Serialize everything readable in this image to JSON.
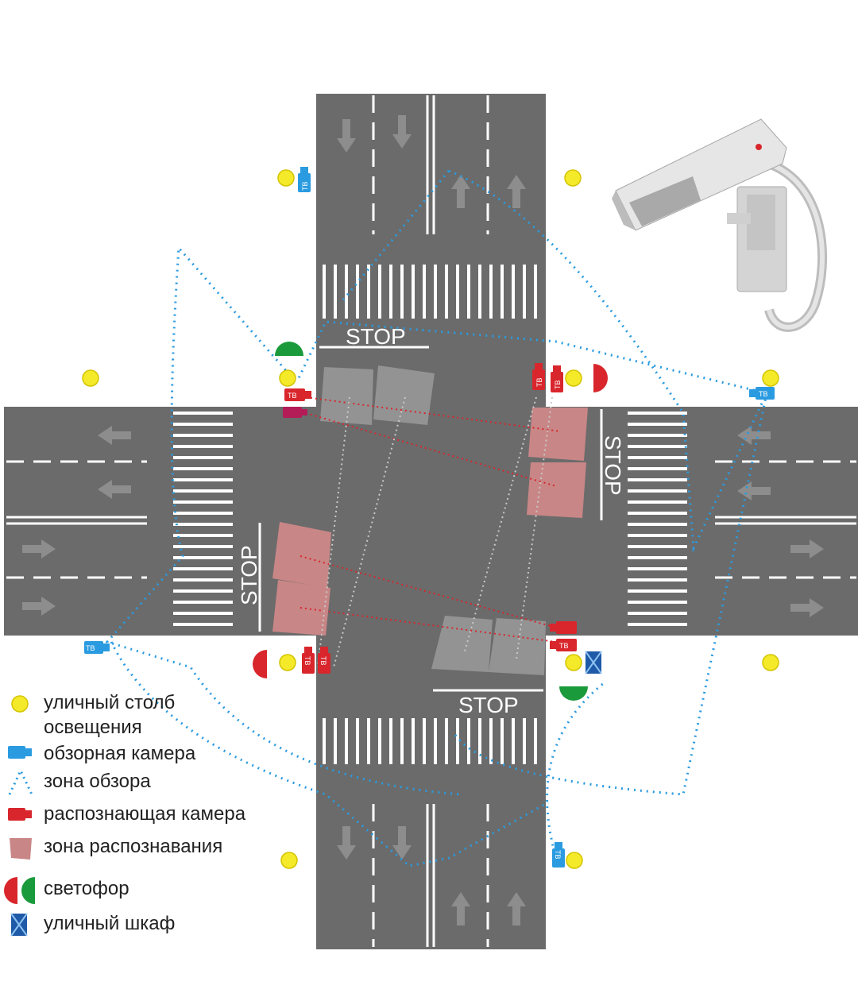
{
  "road_markings": {
    "stop_top": "STOP",
    "stop_right": "STOP",
    "stop_left": "STOP",
    "stop_bottom": "STOP",
    "camera_tag": "ТВ"
  },
  "legend": {
    "street_pole_line1": "уличный столб",
    "street_pole_line2": "освещения",
    "overview_camera": "обзорная камера",
    "view_zone": "зона обзора",
    "recognition_camera": "распознающая камера",
    "recognition_zone": "зона распознавания",
    "traffic_light": "светофор",
    "street_cabinet": "уличный шкаф"
  },
  "colors": {
    "road": "#6b6b6b",
    "marking": "#ffffff",
    "pole": "#f4ea2a",
    "overview_camera": "#2a9be0",
    "recognition_camera": "#d8262c",
    "recognition_zone": "#c98686",
    "view_zone_line": "#2a9be0",
    "traffic_light_red": "#d8262c",
    "traffic_light_green": "#1a9a3b",
    "cabinet": "#1e5aa8"
  },
  "icons": [
    "street-pole-icon",
    "overview-camera-icon",
    "recognition-camera-icon",
    "traffic-light-icon",
    "street-cabinet-icon",
    "cctv-camera-illustration"
  ]
}
